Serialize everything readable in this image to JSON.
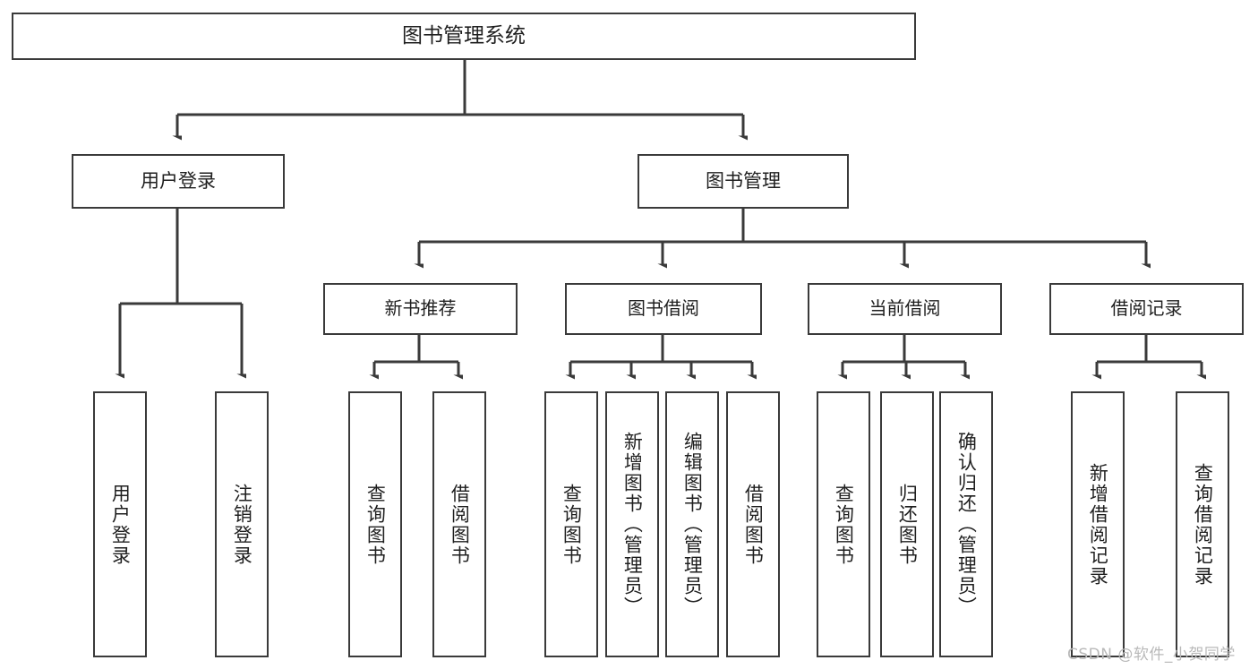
{
  "diagram": {
    "title": "图书管理系统",
    "type": "tree-hierarchy-chart",
    "line_color": "#3a3a3a",
    "box_fill": "#ffffff",
    "text_color": "#1f1f1f"
  },
  "root": {
    "label": "图书管理系统"
  },
  "level1": [
    {
      "label": "用户登录"
    },
    {
      "label": "图书管理"
    }
  ],
  "level2": [
    {
      "label": "新书推荐"
    },
    {
      "label": "图书借阅"
    },
    {
      "label": "当前借阅"
    },
    {
      "label": "借阅记录"
    }
  ],
  "leaves": {
    "user_login": [
      {
        "label": "用户登录"
      },
      {
        "label": "注销登录"
      }
    ],
    "new_book": [
      {
        "label": "查询图书"
      },
      {
        "label": "借阅图书"
      }
    ],
    "borrow_book": [
      {
        "label": "查询图书"
      },
      {
        "label": "新增图书（管理员）"
      },
      {
        "label": "编辑图书（管理员）"
      },
      {
        "label": "借阅图书"
      }
    ],
    "current_borrow": [
      {
        "label": "查询图书"
      },
      {
        "label": "归还图书"
      },
      {
        "label": "确认归还（管理员）"
      }
    ],
    "borrow_record": [
      {
        "label": "新增借阅记录"
      },
      {
        "label": "查询借阅记录"
      }
    ]
  },
  "watermark": {
    "text": "CSDN @软件_小贺同学"
  }
}
